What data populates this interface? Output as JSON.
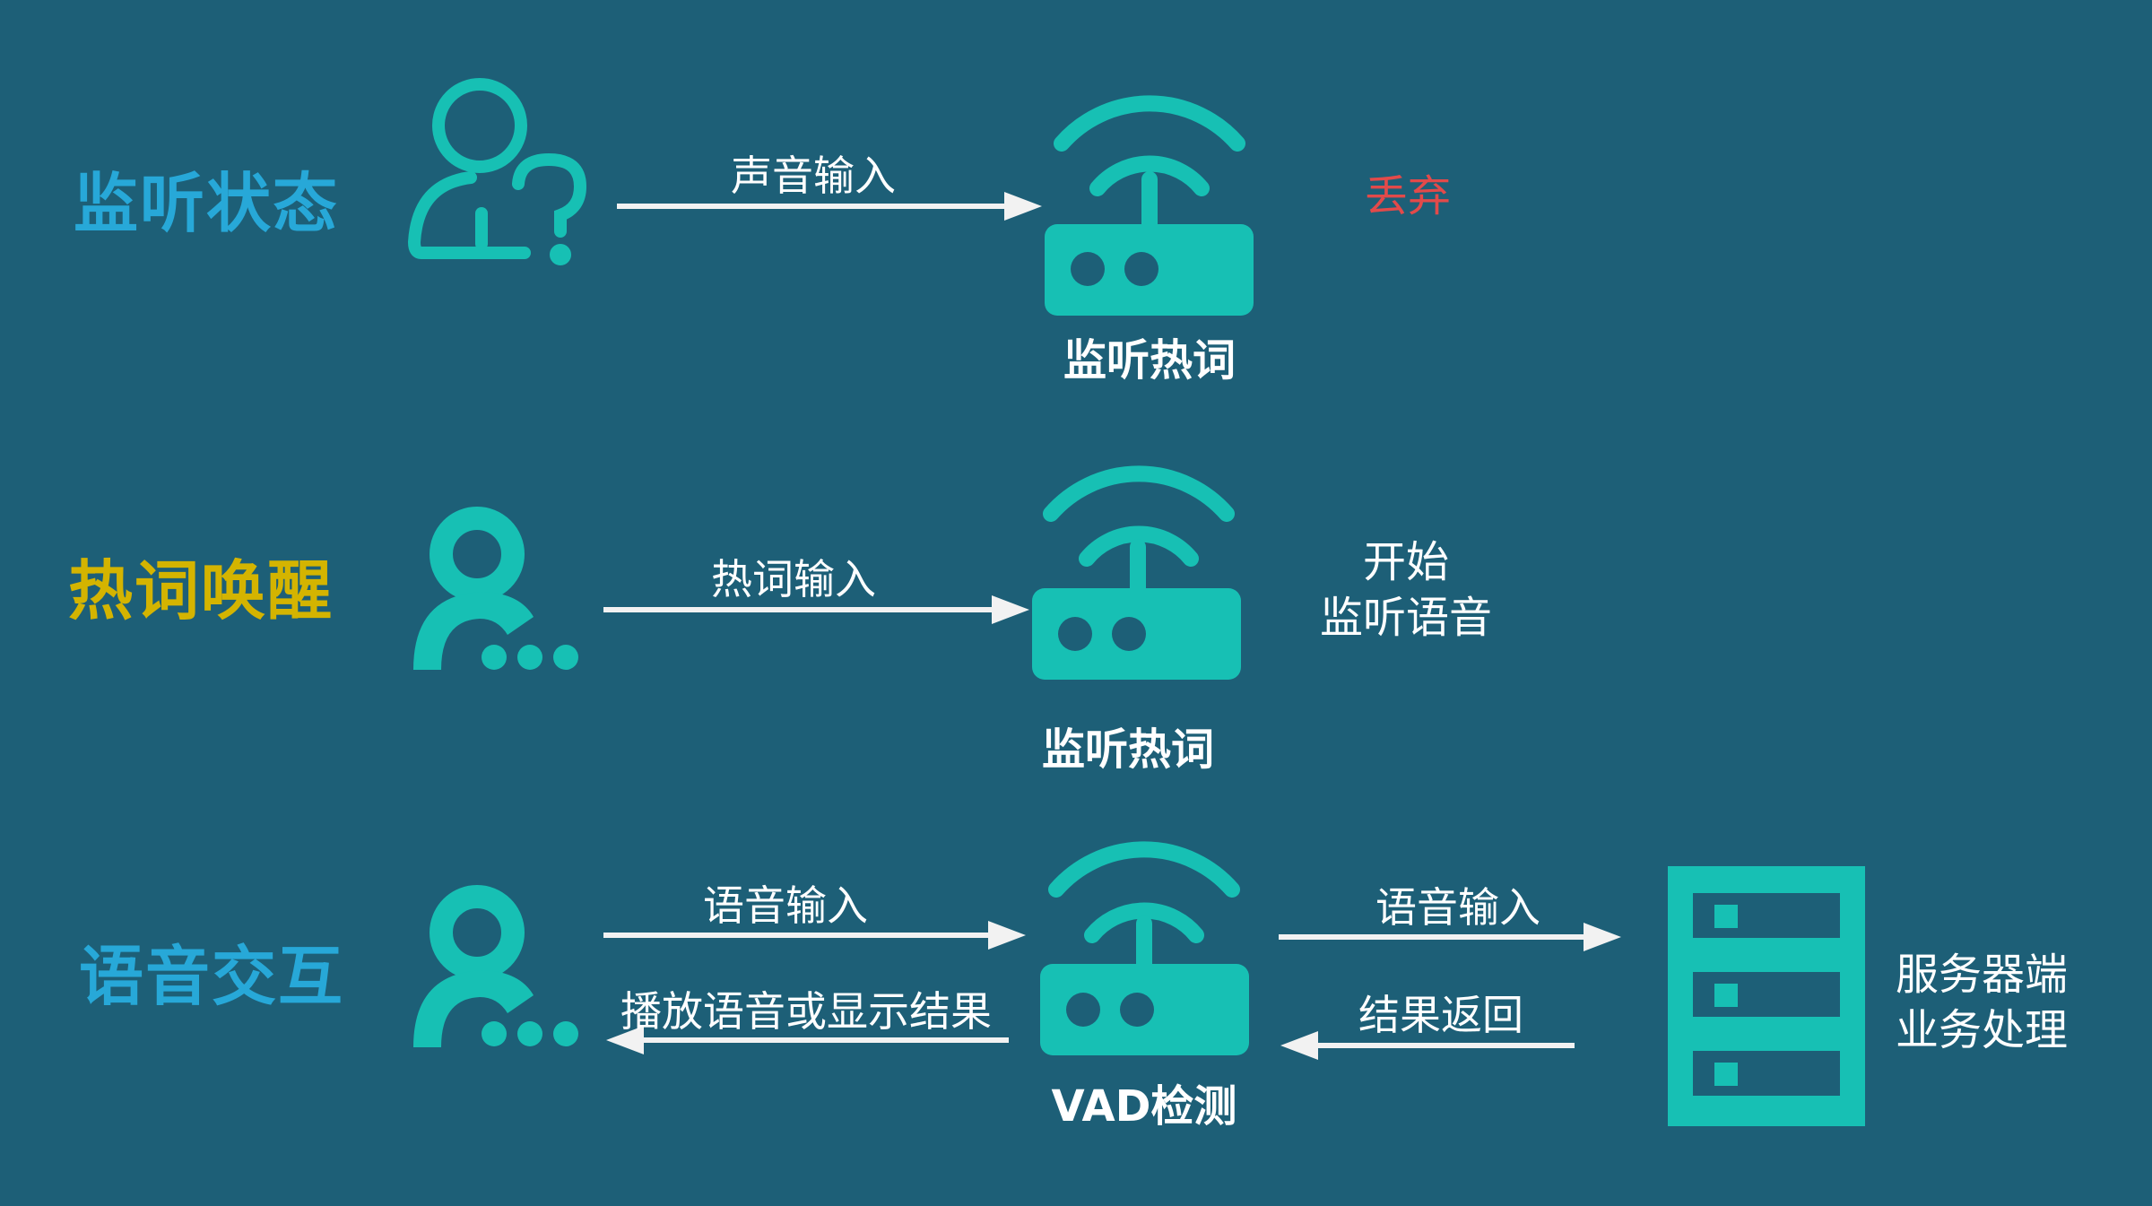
{
  "colors": {
    "background": "#1d5f77",
    "icon": "#17c0b4",
    "arrow": "#f2f2f2",
    "state_listening": "#27a8d8",
    "state_wakeword": "#d4b400",
    "state_interaction": "#27a8d8",
    "discard": "#e24a4a",
    "text": "#ffffff"
  },
  "rows": [
    {
      "state": "监听状态",
      "user_icon": "user-question-icon",
      "input_label": "声音输入",
      "device_icon": "router-wifi-icon",
      "device_label": "监听热词",
      "result": "丢弃"
    },
    {
      "state": "热词唤醒",
      "user_icon": "user-talking-icon",
      "input_label": "热词输入",
      "device_icon": "router-wifi-icon",
      "device_label": "监听热词",
      "result_line1": "开始",
      "result_line2": "监听语音"
    },
    {
      "state": "语音交互",
      "user_icon": "user-talking-icon",
      "input_label": "语音输入",
      "output_label": "播放语音或显示结果",
      "device_icon": "router-wifi-icon",
      "device_label": "VAD检测",
      "server_input_label": "语音输入",
      "server_return_label": "结果返回",
      "server_icon": "server-rack-icon",
      "server_line1": "服务器端",
      "server_line2": "业务处理"
    }
  ]
}
